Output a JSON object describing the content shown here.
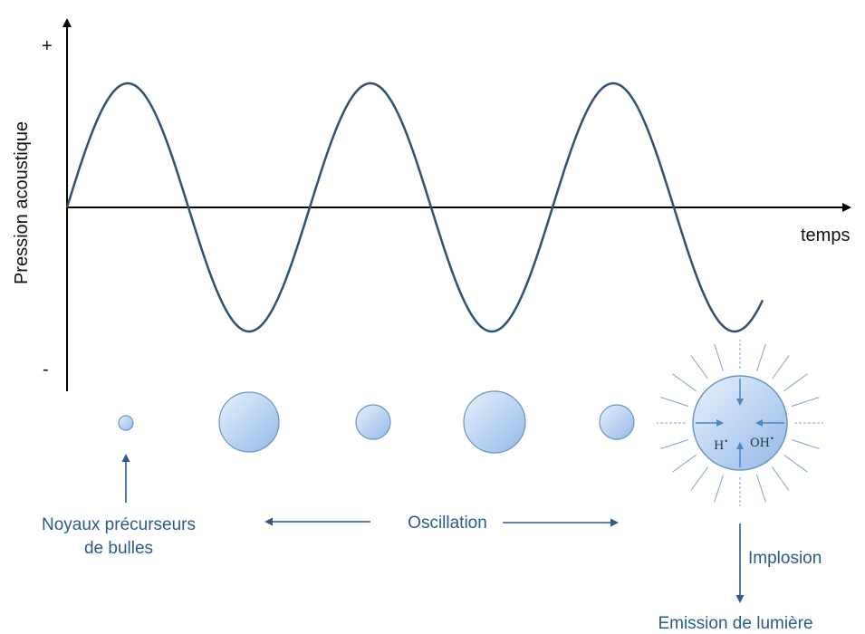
{
  "diagram": {
    "y_axis_label": "Pression acoustique",
    "y_plus": "+",
    "y_minus": "-",
    "x_axis_label": "temps",
    "radical_h": "H",
    "radical_oh": "OH",
    "radical_dot": "•",
    "label_nuclei_line1": "Noyaux précurseurs",
    "label_nuclei_line2": "de bulles",
    "label_oscillation": "Oscillation",
    "label_implosion": "Implosion",
    "label_emission": "Emission de lumière"
  },
  "colors": {
    "wave": "#2f5273",
    "axis": "#000000",
    "arrow": "#2a5b8c",
    "label": "#2a5b8c",
    "bubble_fill_light": "#e6f0fb",
    "bubble_fill_dark": "#9cc1ea",
    "bubble_stroke": "#6c95c6",
    "ray": "#6c95c6"
  }
}
